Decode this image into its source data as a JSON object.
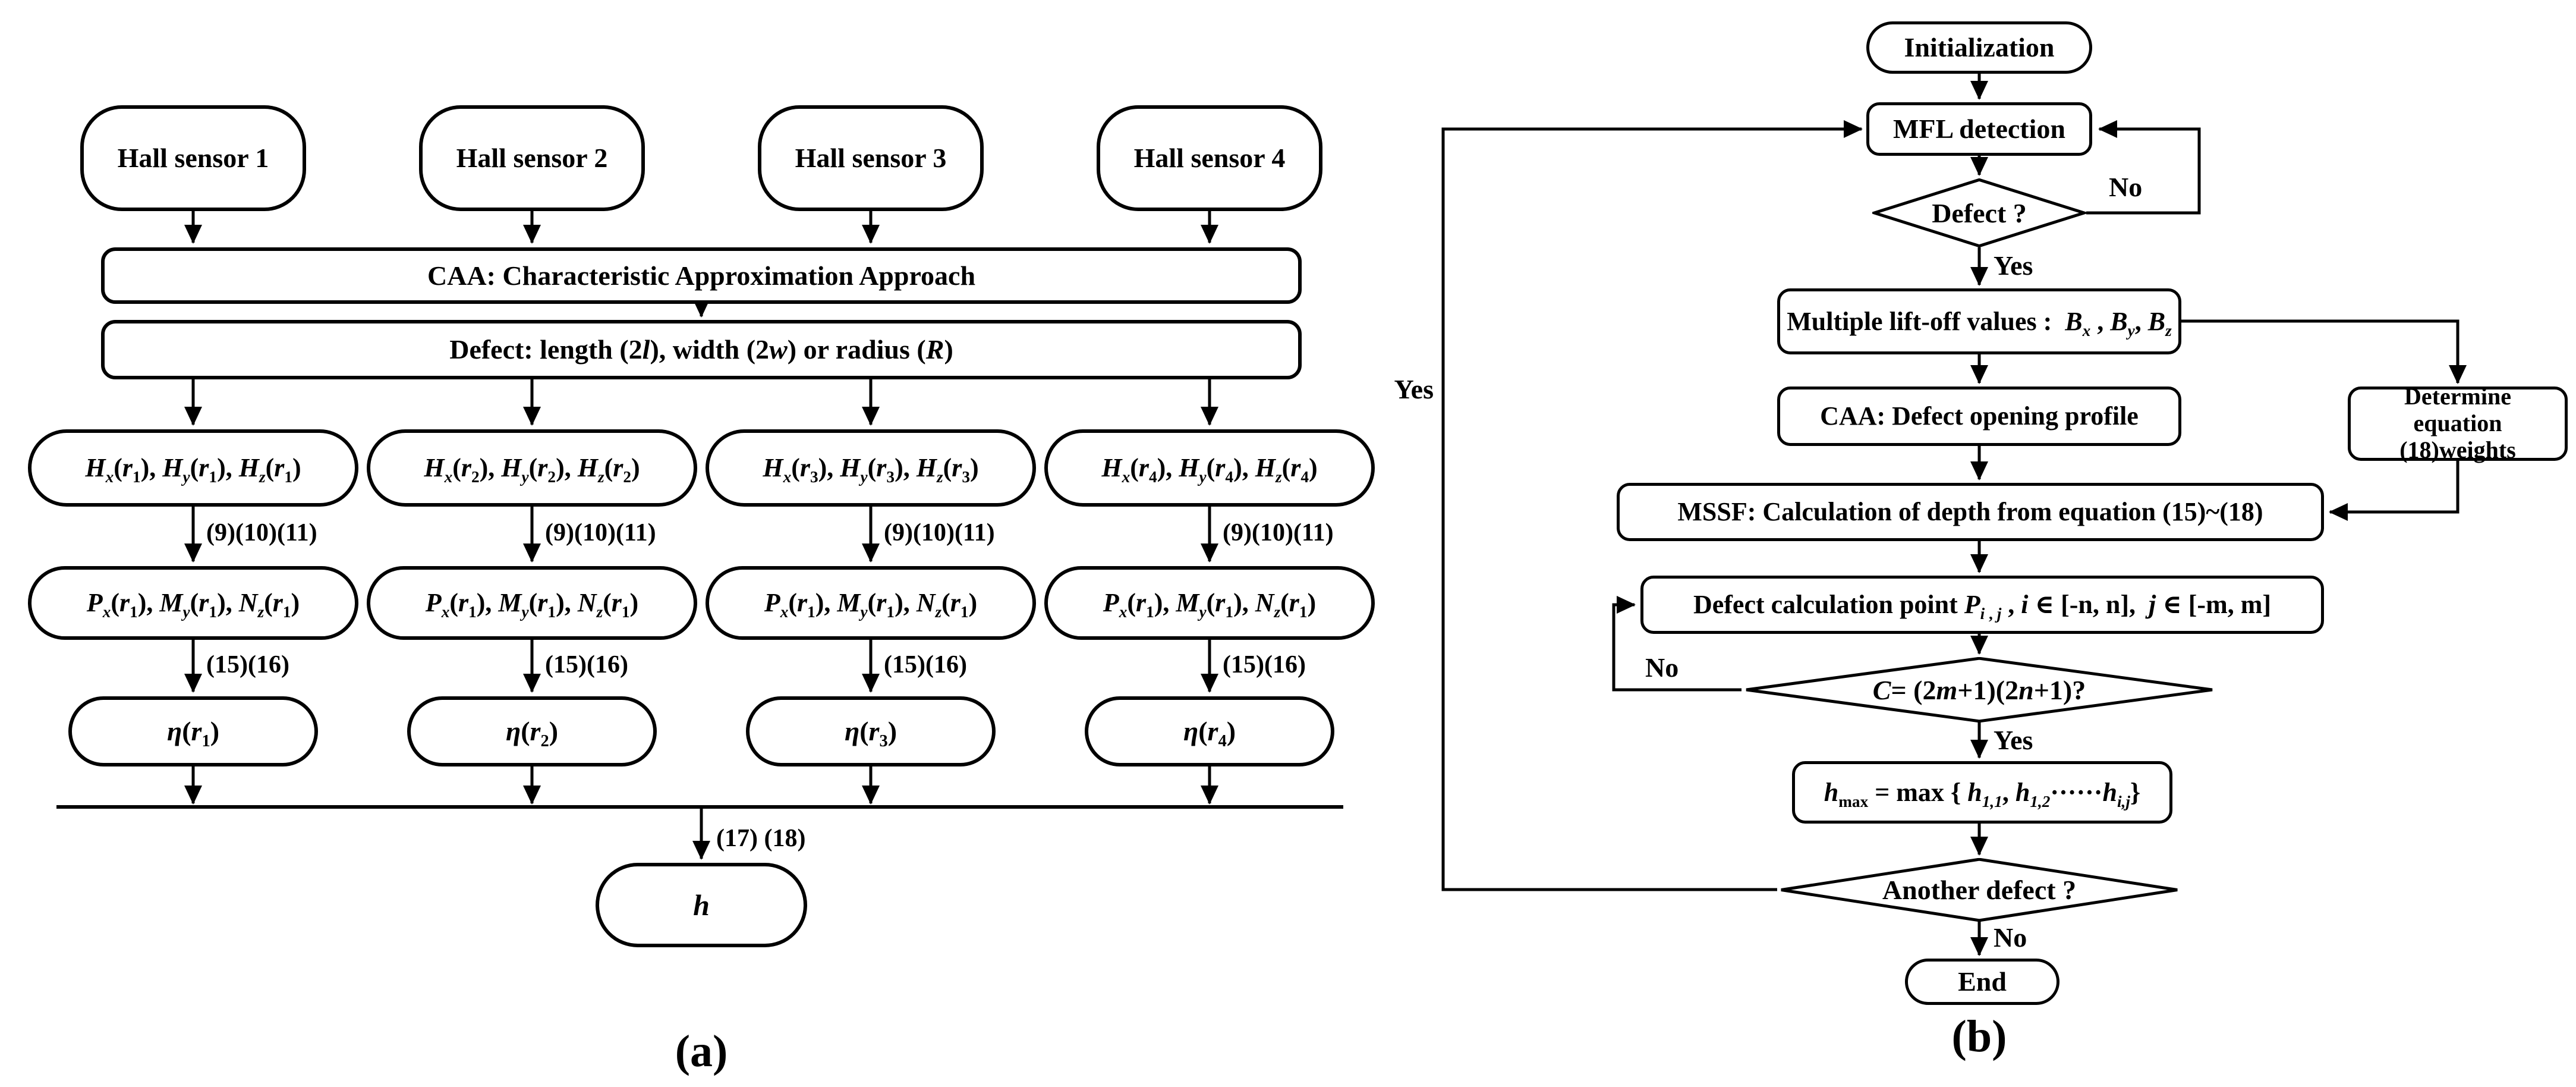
{
  "panel_a": {
    "caption": "(a)",
    "sensors": [
      "Hall sensor 1",
      "Hall sensor 2",
      "Hall sensor 3",
      "Hall sensor 4"
    ],
    "caa_bar": "CAA: Characteristic Approximation Approach",
    "defect_bar_html": "Defect: length (2<i>l</i>), width (2<i>w</i>) or radius (<i>R</i>)",
    "h_nodes_html": [
      "<i>H<sub>x</sub></i>(<i>r</i><sub>1</sub>), <i>H<sub>y</sub></i>(<i>r</i><sub>1</sub>), <i>H<sub>z</sub></i>(<i>r</i><sub>1</sub>)",
      "<i>H<sub>x</sub></i>(<i>r</i><sub>2</sub>), <i>H<sub>y</sub></i>(<i>r</i><sub>2</sub>), <i>H<sub>z</sub></i>(<i>r</i><sub>2</sub>)",
      "<i>H<sub>x</sub></i>(<i>r</i><sub>3</sub>), <i>H<sub>y</sub></i>(<i>r</i><sub>3</sub>), <i>H<sub>z</sub></i>(<i>r</i><sub>3</sub>)",
      "<i>H<sub>x</sub></i>(<i>r</i><sub>4</sub>), <i>H<sub>y</sub></i>(<i>r</i><sub>4</sub>), <i>H<sub>z</sub></i>(<i>r</i><sub>4</sub>)"
    ],
    "eq_labels_91011": [
      "(9)(10)(11)",
      "(9)(10)(11)",
      "(9)(10)(11)",
      "(9)(10)(11)"
    ],
    "p_nodes_html": [
      "<i>P<sub>x</sub></i>(<i>r</i><sub>1</sub>), <i>M<sub>y</sub></i>(<i>r</i><sub>1</sub>), <i>N<sub>z</sub></i>(<i>r</i><sub>1</sub>)",
      "<i>P<sub>x</sub></i>(<i>r</i><sub>1</sub>), <i>M<sub>y</sub></i>(<i>r</i><sub>1</sub>), <i>N<sub>z</sub></i>(<i>r</i><sub>1</sub>)",
      "<i>P<sub>x</sub></i>(<i>r</i><sub>1</sub>), <i>M<sub>y</sub></i>(<i>r</i><sub>1</sub>), <i>N<sub>z</sub></i>(<i>r</i><sub>1</sub>)",
      "<i>P<sub>x</sub></i>(<i>r</i><sub>1</sub>), <i>M<sub>y</sub></i>(<i>r</i><sub>1</sub>), <i>N<sub>z</sub></i>(<i>r</i><sub>1</sub>)"
    ],
    "eq_labels_1516": [
      "(15)(16)",
      "(15)(16)",
      "(15)(16)",
      "(15)(16)"
    ],
    "eta_nodes_html": [
      "<i>η</i>(<i>r</i><sub>1</sub>)",
      "<i>η</i>(<i>r</i><sub>2</sub>)",
      "<i>η</i>(<i>r</i><sub>3</sub>)",
      "<i>η</i>(<i>r</i><sub>4</sub>)"
    ],
    "eq_label_1718": "(17) (18)",
    "output_node_html": "<i>h</i>"
  },
  "panel_b": {
    "caption": "(b)",
    "init": "Initialization",
    "mfl": "MFL detection",
    "defect_q": "Defect ?",
    "branch_no": "No",
    "branch_yes": "Yes",
    "liftoff_html": "Multiple lift-off values :&nbsp; <i>B</i><sub><i>x</i></sub> , <i>B</i><sub><i>y</i></sub>, <i>B</i><sub><i>z</i></sub>",
    "caa_profile": "CAA: Defect opening profile",
    "determine": "Determine equation (18)weights",
    "mssf": "MSSF: Calculation of depth from equation (15)~(18)",
    "calc_point_html": "Defect calculation point <i>P</i><sub><i>i</i> , <i>j</i></sub> , <i>i</i> ∈ [-n, n],&nbsp; <i>j</i> ∈ [-m, m]",
    "loop_no": "No",
    "c_check_html": "<i>C</i> = (2<i>m</i>+1)(2<i>n</i>+1)?",
    "c_yes": "Yes",
    "hmax_html": "<i>h</i><sub>max</sub> = max { <i>h</i><sub><i>1,1</i></sub>, <i>h</i><sub><i>1,2</i></sub>······<i>h</i><sub><i>i,j</i></sub>}",
    "another_q": "Another defect ?",
    "loop_yes": "Yes",
    "end_no": "No",
    "end": "End"
  }
}
